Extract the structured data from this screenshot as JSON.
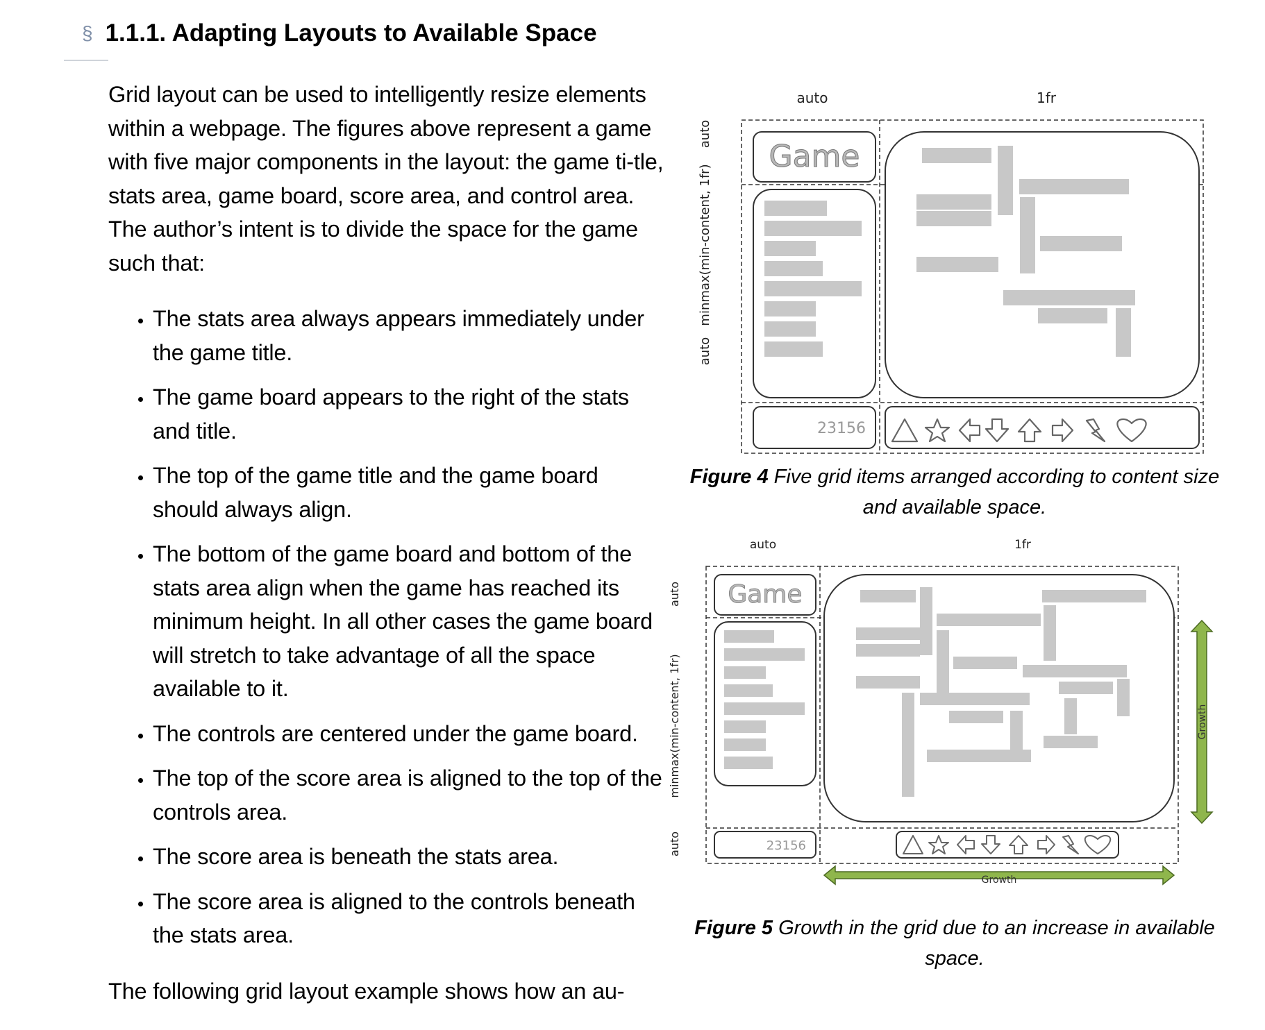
{
  "heading": {
    "section_icon": "§",
    "title": "1.1.1. Adapting Layouts to Available Space"
  },
  "intro": "Grid layout can be used to intelligently resize elements within a webpage. The figures above represent a game with five major components in the layout: the game ti-tle, stats area, game board, score area, and control area. The author’s intent is to divide the space for the game such that:",
  "bullets": [
    "The stats area always appears immediately under the game title.",
    "The game board appears to the right of the stats and title.",
    "The top of the game title and the game board should always align.",
    "The bottom of the game board and bottom of the stats area align when the game has reached its minimum height. In all other cases the game board will stretch to take advantage of all the space available to it.",
    "The controls are centered under the game board.",
    "The top of the score area is aligned to the top of the controls area.",
    "The score area is beneath the stats area.",
    "The score area is aligned to the controls beneath the stats area."
  ],
  "outro": "The following grid layout example shows how an au-",
  "figure4": {
    "col_labels": [
      "auto",
      "1fr"
    ],
    "row_labels": [
      "auto",
      "minmax(min-content, 1fr)",
      "auto"
    ],
    "game_label": "Game",
    "score": "23156",
    "caption_label": "Figure 4",
    "caption_text": " Five grid items arranged according to content size and available space."
  },
  "figure5": {
    "col_labels": [
      "auto",
      "1fr"
    ],
    "row_labels": [
      "auto",
      "minmax(min-content, 1fr)",
      "auto"
    ],
    "game_label": "Game",
    "score": "23156",
    "growth_h": "Growth",
    "growth_v": "Growth",
    "growth_color": "#8fb64c",
    "caption_label": "Figure 5",
    "caption_text": " Growth in the grid due to an increase in available space."
  }
}
